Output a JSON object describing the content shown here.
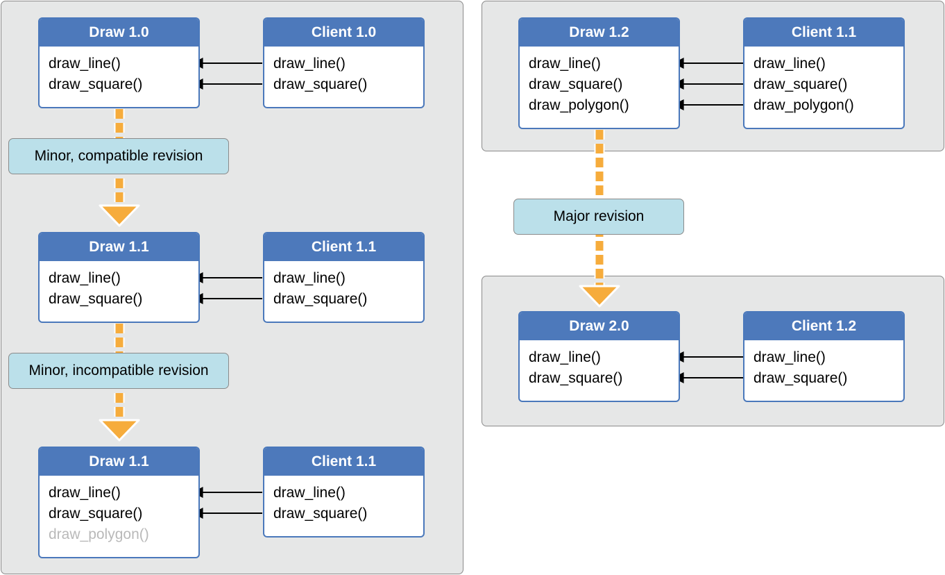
{
  "diagram": {
    "left_column": {
      "rows": [
        {
          "draw": {
            "title": "Draw 1.0",
            "functions": [
              {
                "name": "draw_line()",
                "dim": false
              },
              {
                "name": "draw_square()",
                "dim": false
              }
            ]
          },
          "client": {
            "title": "Client 1.0",
            "functions": [
              {
                "name": "draw_line()"
              },
              {
                "name": "draw_square()"
              }
            ]
          }
        },
        {
          "draw": {
            "title": "Draw 1.1",
            "functions": [
              {
                "name": "draw_line()",
                "dim": false
              },
              {
                "name": "draw_square()",
                "dim": false
              }
            ]
          },
          "client": {
            "title": "Client 1.1",
            "functions": [
              {
                "name": "draw_line()"
              },
              {
                "name": "draw_square()"
              }
            ]
          }
        },
        {
          "draw": {
            "title": "Draw 1.1",
            "functions": [
              {
                "name": "draw_line()",
                "dim": false
              },
              {
                "name": "draw_square()",
                "dim": false
              },
              {
                "name": "draw_polygon()",
                "dim": true
              }
            ]
          },
          "client": {
            "title": "Client 1.1",
            "functions": [
              {
                "name": "draw_line()"
              },
              {
                "name": "draw_square()"
              }
            ]
          }
        }
      ],
      "revisions": [
        "Minor, compatible revision",
        "Minor, incompatible revision"
      ]
    },
    "right_column": {
      "rows": [
        {
          "draw": {
            "title": "Draw 1.2",
            "functions": [
              {
                "name": "draw_line()",
                "dim": false
              },
              {
                "name": "draw_square()",
                "dim": false
              },
              {
                "name": "draw_polygon()",
                "dim": false
              }
            ]
          },
          "client": {
            "title": "Client 1.1",
            "functions": [
              {
                "name": "draw_line()"
              },
              {
                "name": "draw_square()"
              },
              {
                "name": "draw_polygon()"
              }
            ]
          }
        },
        {
          "draw": {
            "title": "Draw 2.0",
            "functions": [
              {
                "name": "draw_line()",
                "dim": false
              },
              {
                "name": "draw_square()",
                "dim": false
              }
            ]
          },
          "client": {
            "title": "Client 1.2",
            "functions": [
              {
                "name": "draw_line()"
              },
              {
                "name": "draw_square()"
              }
            ]
          }
        }
      ],
      "revisions": [
        "Major revision"
      ]
    },
    "colors": {
      "box_header": "#4d79bb",
      "box_border": "#4a78bb",
      "group_background": "#e6e7e7",
      "revision_label": "#bbe0ea",
      "revision_arrow": "#f6ac3c",
      "dim_text": "#b9b9b9"
    }
  }
}
